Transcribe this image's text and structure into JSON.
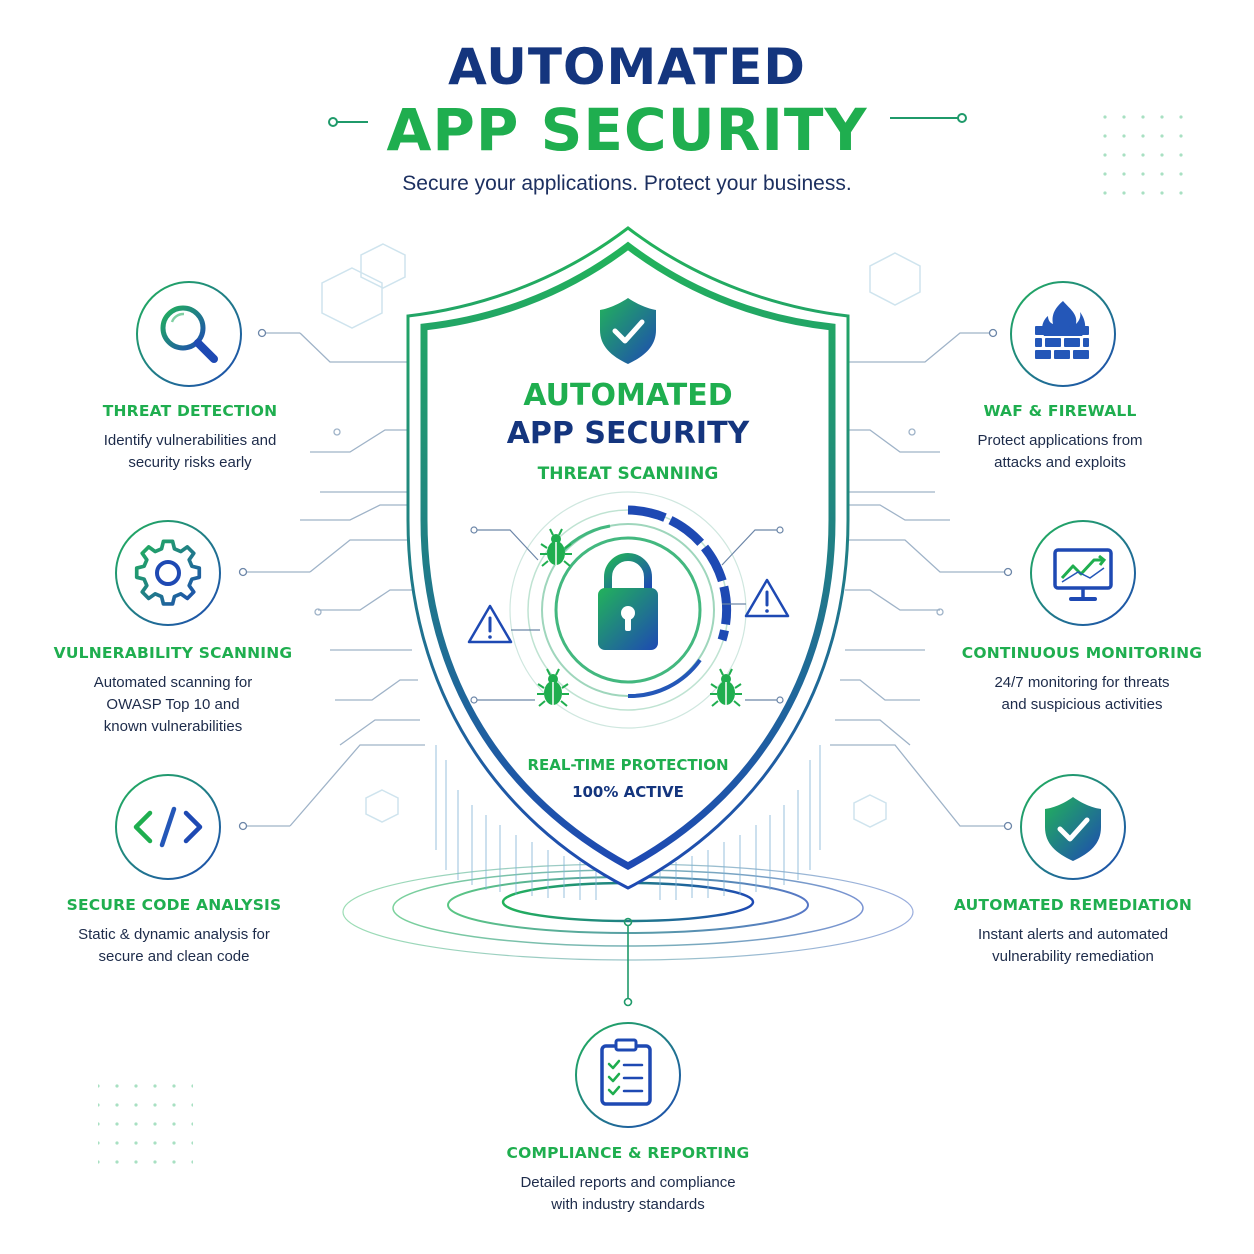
{
  "header": {
    "title_line1": "AUTOMATED",
    "title_line2": "APP SECURITY",
    "subtitle": "Secure your applications. Protect your business."
  },
  "shield": {
    "title_line1": "AUTOMATED",
    "title_line2": "APP SECURITY",
    "scanning_label": "THREAT SCANNING",
    "protection_label": "REAL-TIME PROTECTION",
    "status": "100% ACTIVE"
  },
  "features": {
    "threat_detection": {
      "icon": "magnifier-icon",
      "title": "THREAT DETECTION",
      "desc": [
        "Identify vulnerabilities and",
        "security risks early"
      ]
    },
    "vulnerability_scanning": {
      "icon": "gear-icon",
      "title": "VULNERABILITY SCANNING",
      "desc": [
        "Automated scanning for",
        "OWASP Top 10 and",
        "known vulnerabilities"
      ]
    },
    "secure_code_analysis": {
      "icon": "code-icon",
      "title": "SECURE CODE ANALYSIS",
      "desc": [
        "Static & dynamic analysis for",
        "secure and clean code"
      ]
    },
    "waf_firewall": {
      "icon": "firewall-icon",
      "title": "WAF & FIREWALL",
      "desc": [
        "Protect applications from",
        "attacks and exploits"
      ]
    },
    "continuous_monitoring": {
      "icon": "monitor-chart-icon",
      "title": "CONTINUOUS MONITORING",
      "desc": [
        "24/7 monitoring for threats",
        "and suspicious activities"
      ]
    },
    "automated_remediation": {
      "icon": "shield-check-icon",
      "title": "AUTOMATED REMEDIATION",
      "desc": [
        "Instant alerts and automated",
        "vulnerability remediation"
      ]
    },
    "compliance_reporting": {
      "icon": "clipboard-checklist-icon",
      "title": "COMPLIANCE & REPORTING",
      "desc": [
        "Detailed reports and compliance",
        "with industry standards"
      ]
    }
  },
  "colors": {
    "green": "#1fae4f",
    "navy": "#14357e",
    "blue": "#2457b8",
    "text": "#1d2b4a"
  }
}
